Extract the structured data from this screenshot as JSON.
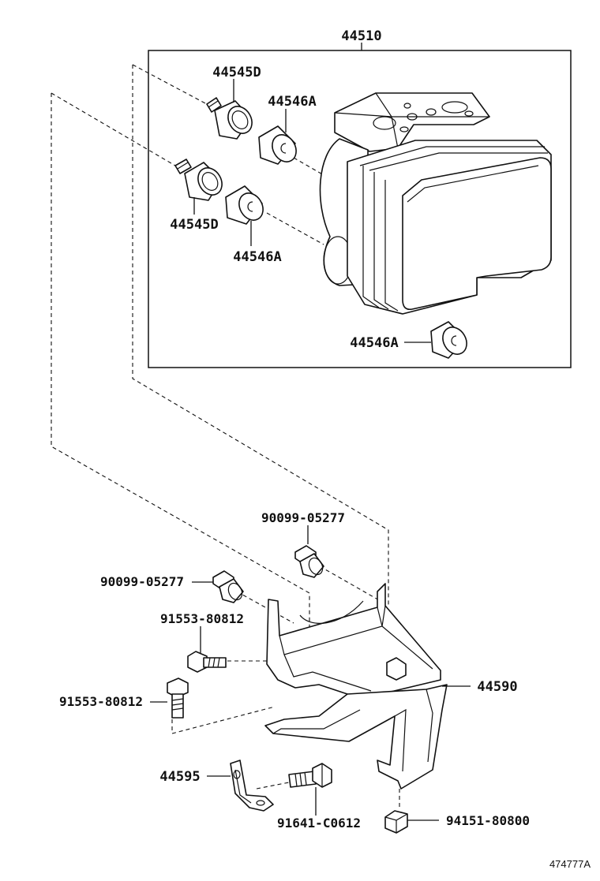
{
  "assembly": {
    "number": "44510"
  },
  "parts": {
    "bolt_upper": "44545D",
    "bolt_lower": "44545D",
    "cushion_upper": "44546A",
    "cushion_middle": "44546A",
    "cushion_lower": "44546A",
    "grommet_right": "90099-05277",
    "grommet_left": "90099-05277",
    "bolt_side_upper": "91553-80812",
    "bolt_side_lower": "91553-80812",
    "bracket_main": "44590",
    "bracket_small": "44595",
    "bolt_small": "91641-C0612",
    "nut": "94151-80800"
  },
  "illustration_ref": "474777A"
}
